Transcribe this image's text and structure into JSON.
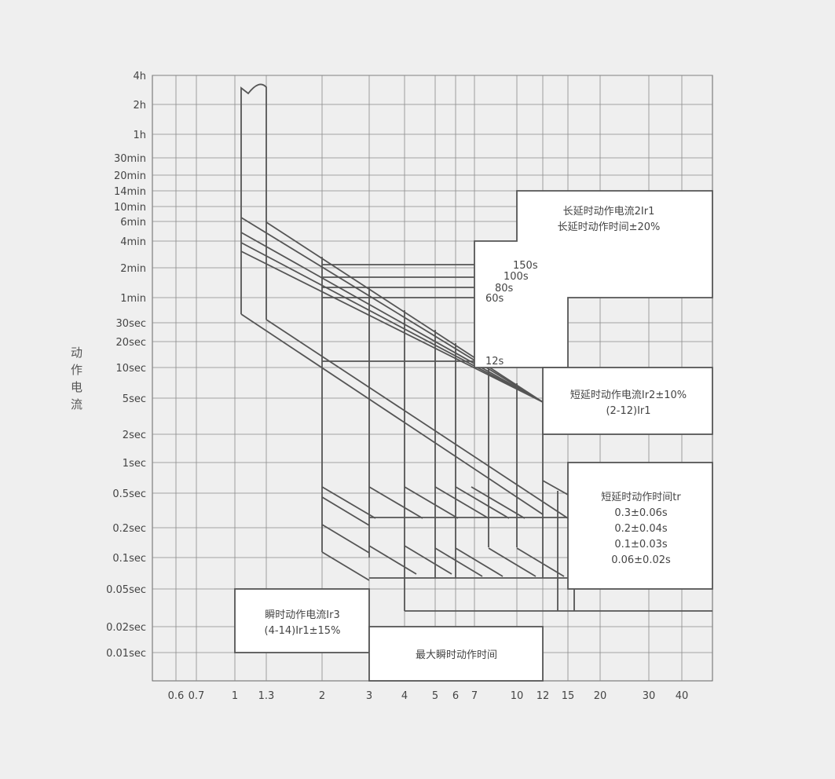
{
  "chart_data": {
    "type": "line",
    "ylabel": "动作电流",
    "x_scale": "log",
    "y_scale": "log",
    "x_ticks": [
      "0.6",
      "0.7",
      "1",
      "1.3",
      "2",
      "3",
      "4",
      "5",
      "6",
      "7",
      "10",
      "12",
      "15",
      "20",
      "30",
      "40"
    ],
    "y_ticks": [
      "4h",
      "2h",
      "1h",
      "30min",
      "20min",
      "14min",
      "10min",
      "6min",
      "4min",
      "2min",
      "1min",
      "30sec",
      "20sec",
      "10sec",
      "5sec",
      "2sec",
      "1sec",
      "0.5sec",
      "0.2sec",
      "0.1sec",
      "0.05sec",
      "0.02sec",
      "0.01sec"
    ],
    "curve_labels": [
      "150s",
      "100s",
      "80s",
      "60s",
      "12s"
    ],
    "annotations": {
      "long_delay": [
        "长延时动作电流2Ir1",
        "长延时动作时间±20%"
      ],
      "short_delay_current": [
        "短延时动作电流Ir2±10%",
        "(2-12)Ir1"
      ],
      "short_delay_time": [
        "短延时动作时间tr",
        "0.3±0.06s",
        "0.2±0.04s",
        "0.1±0.03s",
        "0.06±0.02s"
      ],
      "instant_current": [
        "瞬时动作电流Ir3",
        "(4-14)Ir1±15%"
      ],
      "instant_time": [
        "最大瞬时动作时间"
      ]
    },
    "grid": true
  }
}
